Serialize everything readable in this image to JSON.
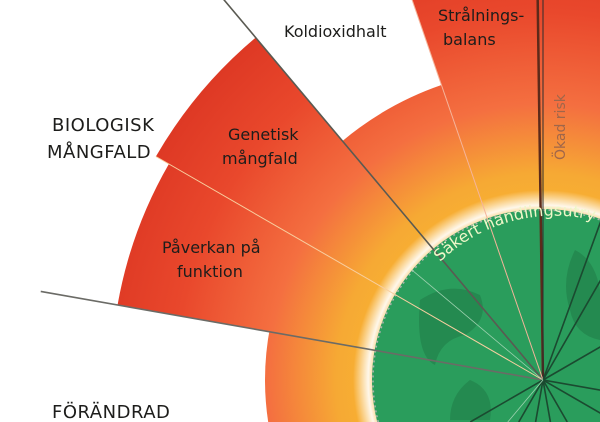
{
  "labels": {
    "category_biodiversity_line1": "BIOLOGISK",
    "category_biodiversity_line2": "MÅNGFALD",
    "category_bottom_partial": "FÖRÄNDRAD",
    "co2": "Koldioxidhalt",
    "radiation_line1": "Strålnings-",
    "radiation_line2": "balans",
    "genetic_line1": "Genetisk",
    "genetic_line2": "mångfald",
    "function_line1": "Påverkan på",
    "function_line2": "funktion",
    "increased_risk": "Ökad risk",
    "safe_space": "Säkert handlingsutrymme"
  },
  "colors": {
    "safe_green": "#2a9d5c",
    "zone_yellow": "#f6ab30",
    "zone_orange": "#f46b42",
    "zone_red": "#de3a25"
  }
}
